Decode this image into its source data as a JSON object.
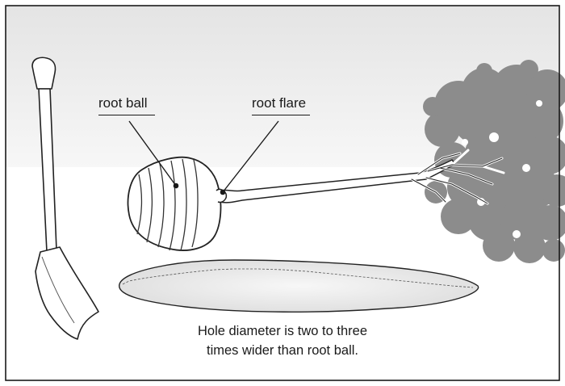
{
  "labels": {
    "root_ball": "root ball",
    "root_flare": "root flare"
  },
  "caption": {
    "line1": "Hole diameter is two to three",
    "line2": "times wider than root ball."
  },
  "colors": {
    "frame": "#1a1a1a",
    "sky_top": "#e6e6e6",
    "ground": "#ffffff",
    "canopy": "#8e8e8e",
    "hole": "#ececec",
    "line": "#222222"
  },
  "icons": [
    "shovel-icon",
    "tree-icon",
    "planting-hole-icon"
  ]
}
